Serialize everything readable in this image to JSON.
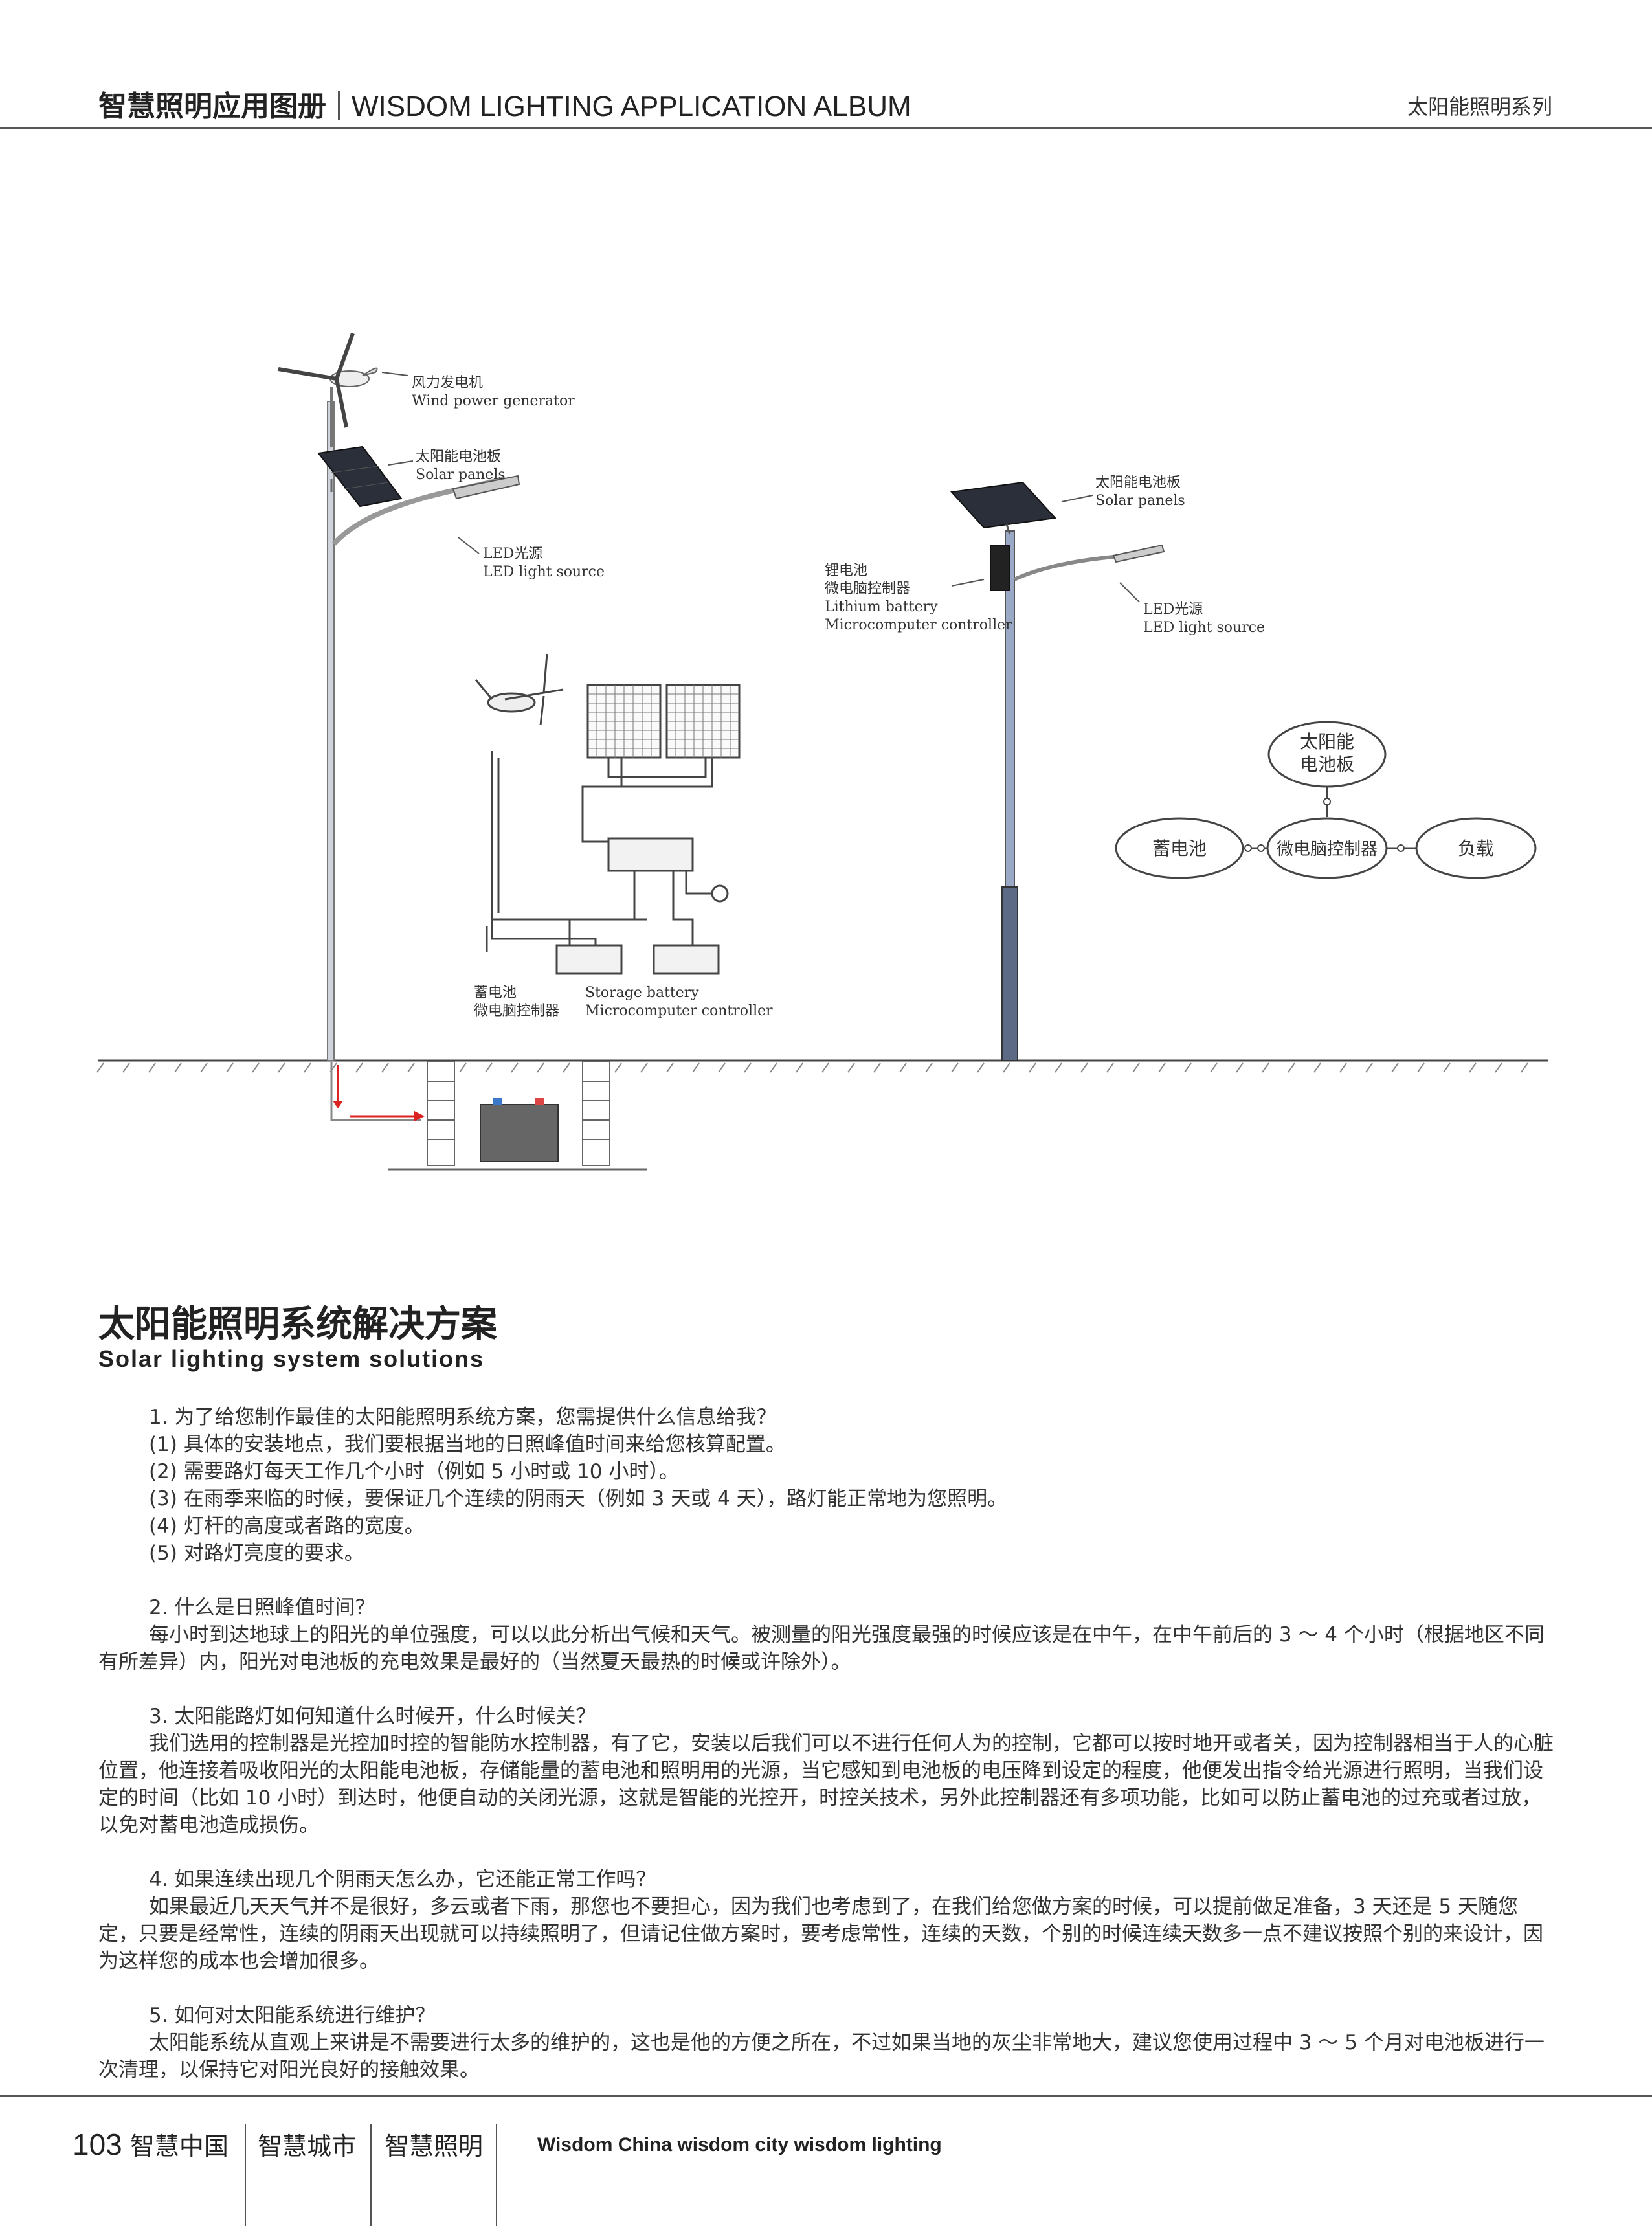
{
  "header": {
    "title_cn": "智慧照明应用图册",
    "title_en": "WISDOM LIGHTING APPLICATION ALBUM",
    "series": "太阳能照明系列"
  },
  "diagram": {
    "left_light": {
      "wind_cn": "风力发电机",
      "wind_en": "Wind power generator",
      "panel_cn": "太阳能电池板",
      "panel_en": "Solar panels",
      "led_cn": "LED光源",
      "led_en": "LED light source",
      "battery_cn": "蓄电池",
      "controller_cn": "微电脑控制器",
      "battery_en": "Storage battery",
      "controller_en": "Microcomputer controller"
    },
    "right_light": {
      "panel_cn": "太阳能电池板",
      "panel_en": "Solar panels",
      "lithium_cn": "锂电池",
      "micro_cn": "微电脑控制器",
      "lithium_en": "Lithium battery",
      "micro_en": "Microcomputer controller",
      "led_cn": "LED光源",
      "led_en": "LED light source"
    },
    "flow": {
      "solar": "太阳能",
      "solar2": "电池板",
      "battery": "蓄电池",
      "controller": "微电脑控制器",
      "load": "负载"
    }
  },
  "section": {
    "title_cn": "太阳能照明系统解决方案",
    "title_en": "Solar lighting system solutions"
  },
  "qa": {
    "q1": "1. 为了给您制作最佳的太阳能照明系统方案，您需提供什么信息给我？",
    "q1_1": "(1) 具体的安装地点，我们要根据当地的日照峰值时间来给您核算配置。",
    "q1_2": "(2) 需要路灯每天工作几个小时（例如 5 小时或 10 小时）。",
    "q1_3": "(3) 在雨季来临的时候，要保证几个连续的阴雨天（例如 3 天或 4 天），路灯能正常地为您照明。",
    "q1_4": "(4) 灯杆的高度或者路的宽度。",
    "q1_5": "(5) 对路灯亮度的要求。",
    "q2": "2. 什么是日照峰值时间？",
    "a2": "每小时到达地球上的阳光的单位强度，可以以此分析出气候和天气。被测量的阳光强度最强的时候应该是在中午，在中午前后的 3 ～ 4 个小时（根据地区不同有所差异）内，阳光对电池板的充电效果是最好的（当然夏天最热的时候或许除外）。",
    "q3": "3. 太阳能路灯如何知道什么时候开，什么时候关？",
    "a3": "我们选用的控制器是光控加时控的智能防水控制器，有了它，安装以后我们可以不进行任何人为的控制，它都可以按时地开或者关，因为控制器相当于人的心脏位置，他连接着吸收阳光的太阳能电池板，存储能量的蓄电池和照明用的光源，当它感知到电池板的电压降到设定的程度，他便发出指令给光源进行照明，当我们设定的时间（比如 10 小时）到达时，他便自动的关闭光源，这就是智能的光控开，时控关技术，另外此控制器还有多项功能，比如可以防止蓄电池的过充或者过放，以免对蓄电池造成损伤。",
    "q4": "4. 如果连续出现几个阴雨天怎么办，它还能正常工作吗？",
    "a4": "如果最近几天天气并不是很好，多云或者下雨，那您也不要担心，因为我们也考虑到了，在我们给您做方案的时候，可以提前做足准备，3 天还是 5 天随您定，只要是经常性，连续的阴雨天出现就可以持续照明了，但请记住做方案时，要考虑常性，连续的天数，个别的时候连续天数多一点不建议按照个别的来设计，因为这样您的成本也会增加很多。",
    "q5": "5.  如何对太阳能系统进行维护？",
    "a5": "太阳能系统从直观上来讲是不需要进行太多的维护的，这也是他的方便之所在，不过如果当地的灰尘非常地大，建议您使用过程中 3 ～ 5 个月对电池板进行一次清理，以保持它对阳光良好的接触效果。"
  },
  "footer": {
    "page_number": "103",
    "item1": "智慧中国",
    "item2": "智慧城市",
    "item3": "智慧照明",
    "tagline": "Wisdom China  wisdom city  wisdom lighting"
  }
}
